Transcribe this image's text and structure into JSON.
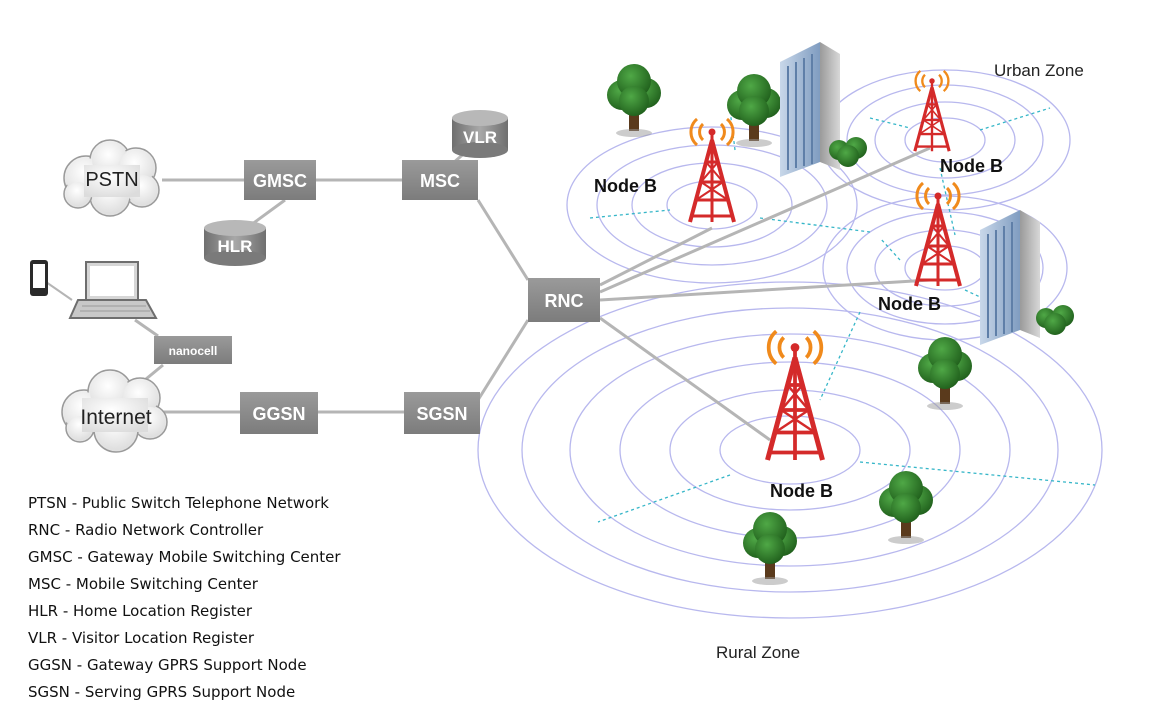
{
  "core": {
    "pstn": "PSTN",
    "gmsc": "GMSC",
    "msc": "MSC",
    "vlr": "VLR",
    "hlr": "HLR",
    "rnc": "RNC",
    "nanocell": "nanocell",
    "internet": "Internet",
    "ggsn": "GGSN",
    "sgsn": "SGSN"
  },
  "radio": {
    "node_b_label": "Node B",
    "urban_zone": "Urban Zone",
    "rural_zone": "Rural Zone"
  },
  "legend": [
    "PTSN - Public Switch Telephone Network",
    "RNC - Radio Network Controller",
    "GMSC - Gateway Mobile Switching Center",
    "MSC - Mobile Switching Center",
    "HLR - Home Location Register",
    "VLR - Visitor Location Register",
    "GGSN - Gateway GPRS Support Node",
    "SGSN - Serving GPRS Support Node"
  ],
  "colors": {
    "node_box": "#8c8c8c",
    "link_line": "#b5b5b5",
    "tower": "#d42a2a",
    "signal": "#f08a1c",
    "coverage_ring": "#b8b8ee",
    "boundary_dash": "#36b6c8",
    "tree_foliage": "#2f7d2a",
    "building": "#8fa9c9"
  }
}
